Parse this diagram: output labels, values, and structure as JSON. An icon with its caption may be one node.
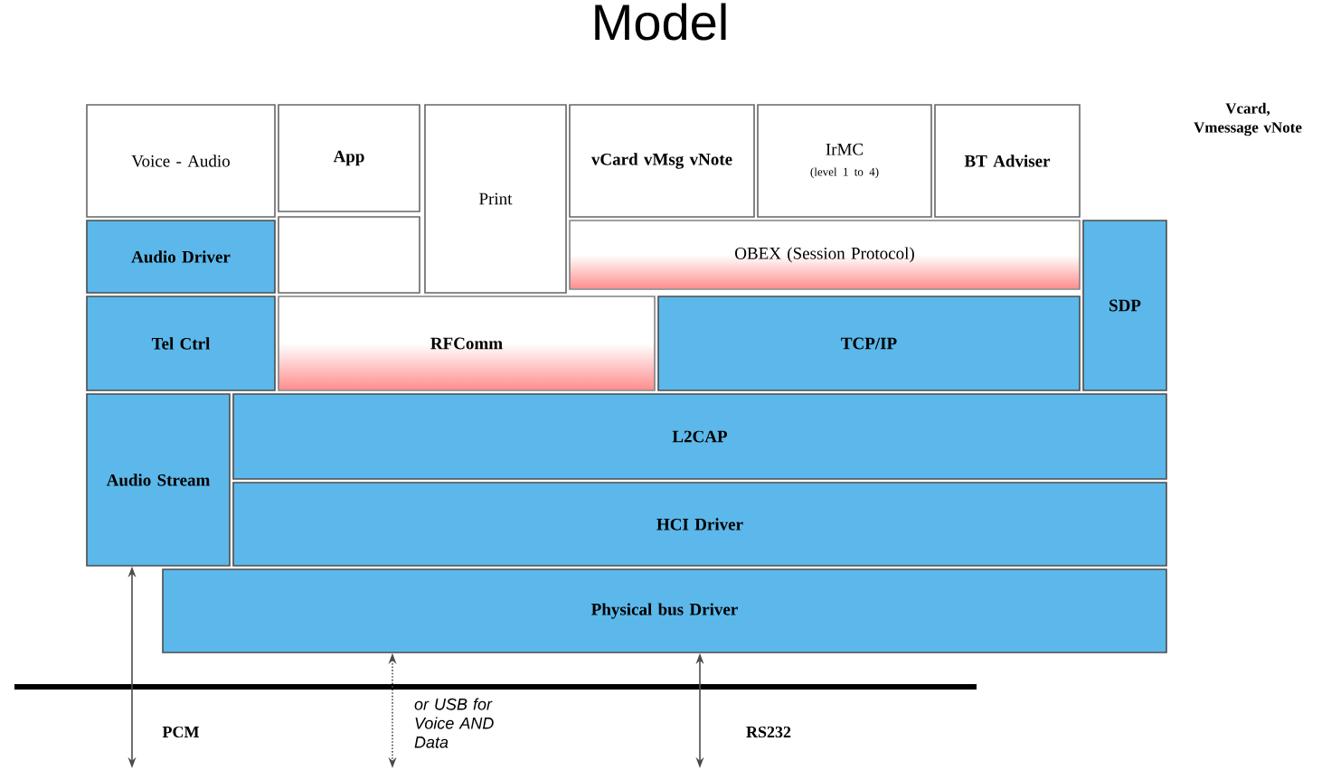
{
  "diagram": {
    "title": "Model",
    "nodes": [
      {
        "text": [
          "Voice - Audio"
        ]
      },
      {
        "text": [
          "App"
        ]
      },
      {
        "text": [],
        "shape": "box"
      },
      {
        "text": [
          "Print"
        ]
      },
      {
        "text": [
          "vCard vMsg vNote"
        ]
      },
      {
        "text": [
          "IrMC",
          "(level 1 to 4)"
        ]
      },
      {
        "text": [
          "BT Adviser"
        ]
      },
      {
        "text": [
          "OBEX (Session Protocol)"
        ]
      },
      {
        "text": [
          "SDP"
        ]
      },
      {
        "text": [
          "Audio Driver"
        ]
      },
      {
        "text": [
          "Tel Ctrl"
        ]
      },
      {
        "text": [
          "RFComm"
        ]
      },
      {
        "text": [
          "TCP/IP"
        ]
      },
      {
        "text": [
          "Audio Stream"
        ]
      },
      {
        "text": [
          "L2CAP"
        ]
      },
      {
        "text": [
          "HCI Driver"
        ]
      },
      {
        "text": [
          "Physical bus Driver"
        ]
      }
    ],
    "edges": [
      {
        "from": 13,
        "to": null,
        "arrow": "both",
        "label": "PCM"
      },
      {
        "from": 16,
        "to": null,
        "arrow": "both",
        "style": "dashed",
        "label": "or USB for Voice AND Data"
      },
      {
        "from": 16,
        "to": null,
        "arrow": "both",
        "label": "RS232"
      }
    ],
    "labels": [
      "Vcard, Vmessage vNote"
    ]
  }
}
